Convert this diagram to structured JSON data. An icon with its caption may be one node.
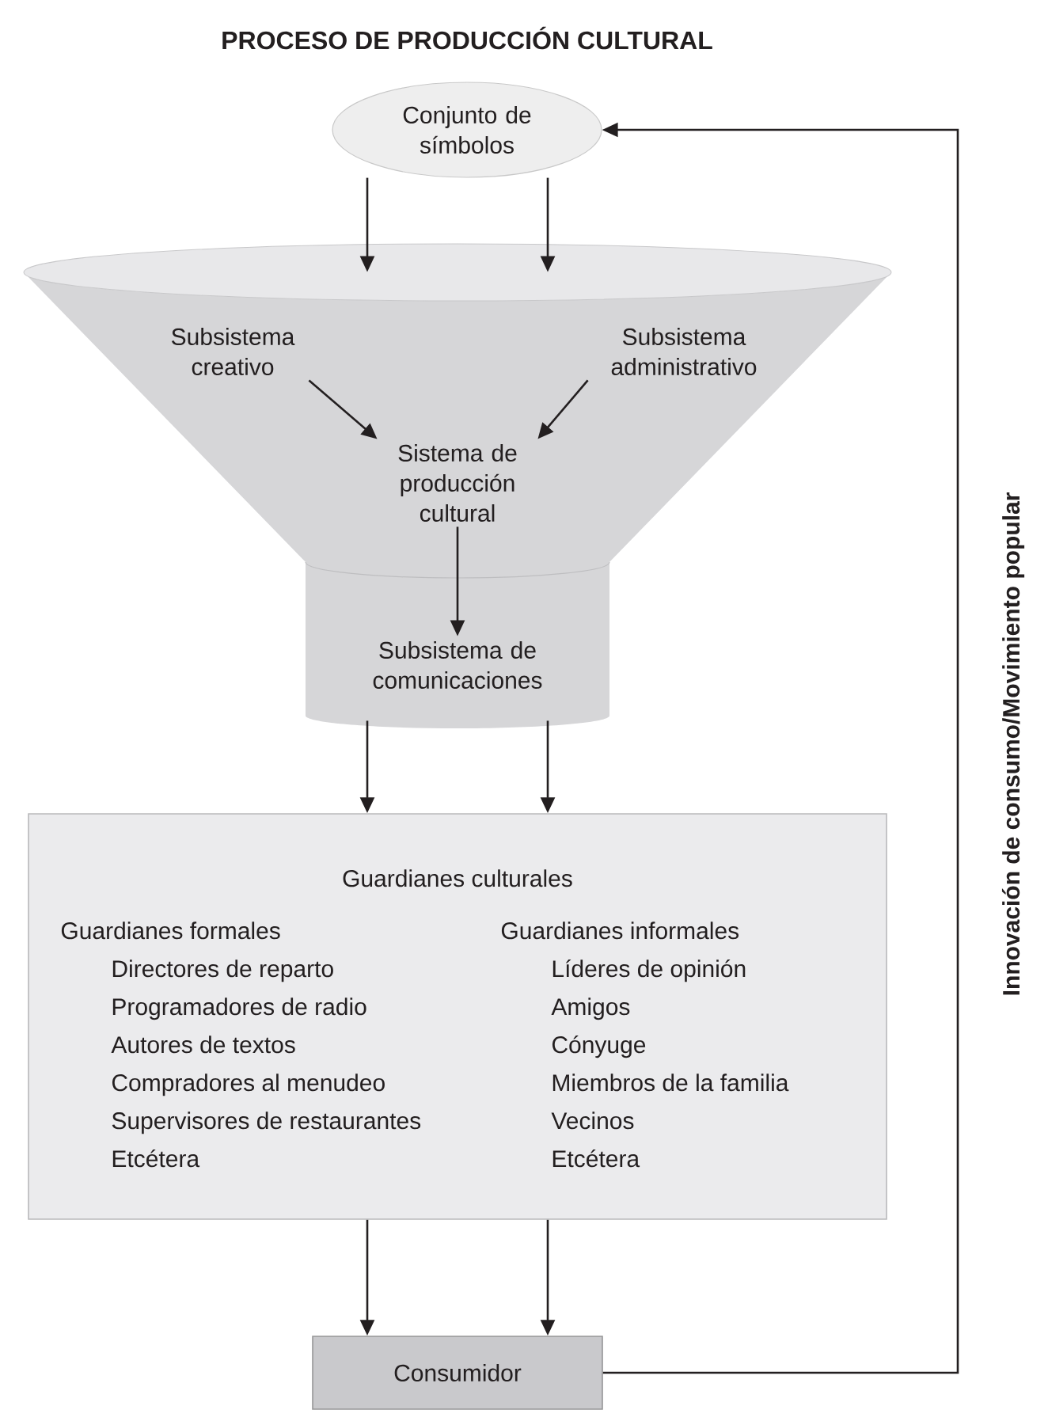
{
  "diagram": {
    "title": "PROCESO DE PRODUCCIÓN CULTURAL",
    "nodes": [
      {
        "text": [
          "Conjunto de símbolos"
        ]
      },
      {
        "text": [],
        "shape": "funnel"
      },
      {
        "text": [
          "Subsistema creativo"
        ],
        "in": 1
      },
      {
        "text": [
          "Subsistema administrativo"
        ],
        "in": 1
      },
      {
        "text": [
          "Sistema de producción cultural"
        ],
        "in": 1
      },
      {
        "text": [
          "Subsistema de comunicaciones"
        ],
        "in": 1
      },
      {
        "text": [
          "Guardianes culturales",
          "Guardianes formales",
          "Directores de reparto",
          "Programadores de radio",
          "Autores de textos",
          "Compradores al menudeo",
          "Supervisores de restaurantes",
          "Etcétera",
          "Guardianes informales",
          "Líderes de opinión",
          "Amigos",
          "Cónyuge",
          "Miembros de la familia",
          "Vecinos",
          "Etcétera"
        ]
      },
      {
        "text": [
          "Consumidor"
        ]
      }
    ],
    "edges": [
      {
        "from": 0,
        "to": 1,
        "arrow": "to"
      },
      {
        "from": 0,
        "to": 1,
        "arrow": "to"
      },
      {
        "from": 2,
        "to": 4,
        "arrow": "to"
      },
      {
        "from": 3,
        "to": 4,
        "arrow": "to"
      },
      {
        "from": 4,
        "to": 5,
        "arrow": "to"
      },
      {
        "from": 1,
        "to": 6,
        "arrow": "to"
      },
      {
        "from": 1,
        "to": 6,
        "arrow": "to"
      },
      {
        "from": 6,
        "to": 7,
        "arrow": "to"
      },
      {
        "from": 6,
        "to": 7,
        "arrow": "to"
      },
      {
        "from": 7,
        "to": 0,
        "arrow": "to",
        "label": "Innovación de consumo/Movimiento popular"
      }
    ]
  }
}
